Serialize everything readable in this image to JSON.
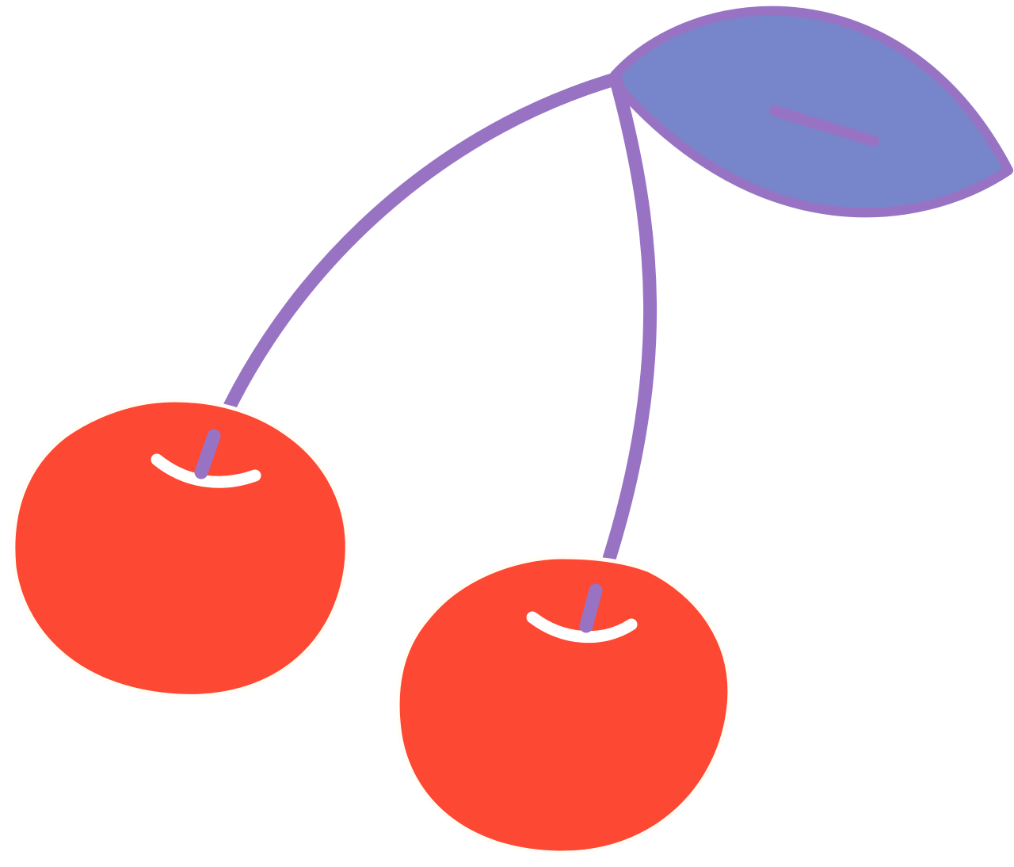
{
  "illustration": {
    "subject": "cherries",
    "icon": "cherries-icon",
    "cherry_count": 2,
    "leaf_count": 1
  },
  "colors": {
    "background": "#ffffff",
    "cherry": "#fd4833",
    "cherry_outline": "#fffdf6",
    "stem": "#9873c4",
    "leaf": "#7785cb",
    "leaf_outline": "#9873c4",
    "highlight": "#ffffff"
  }
}
